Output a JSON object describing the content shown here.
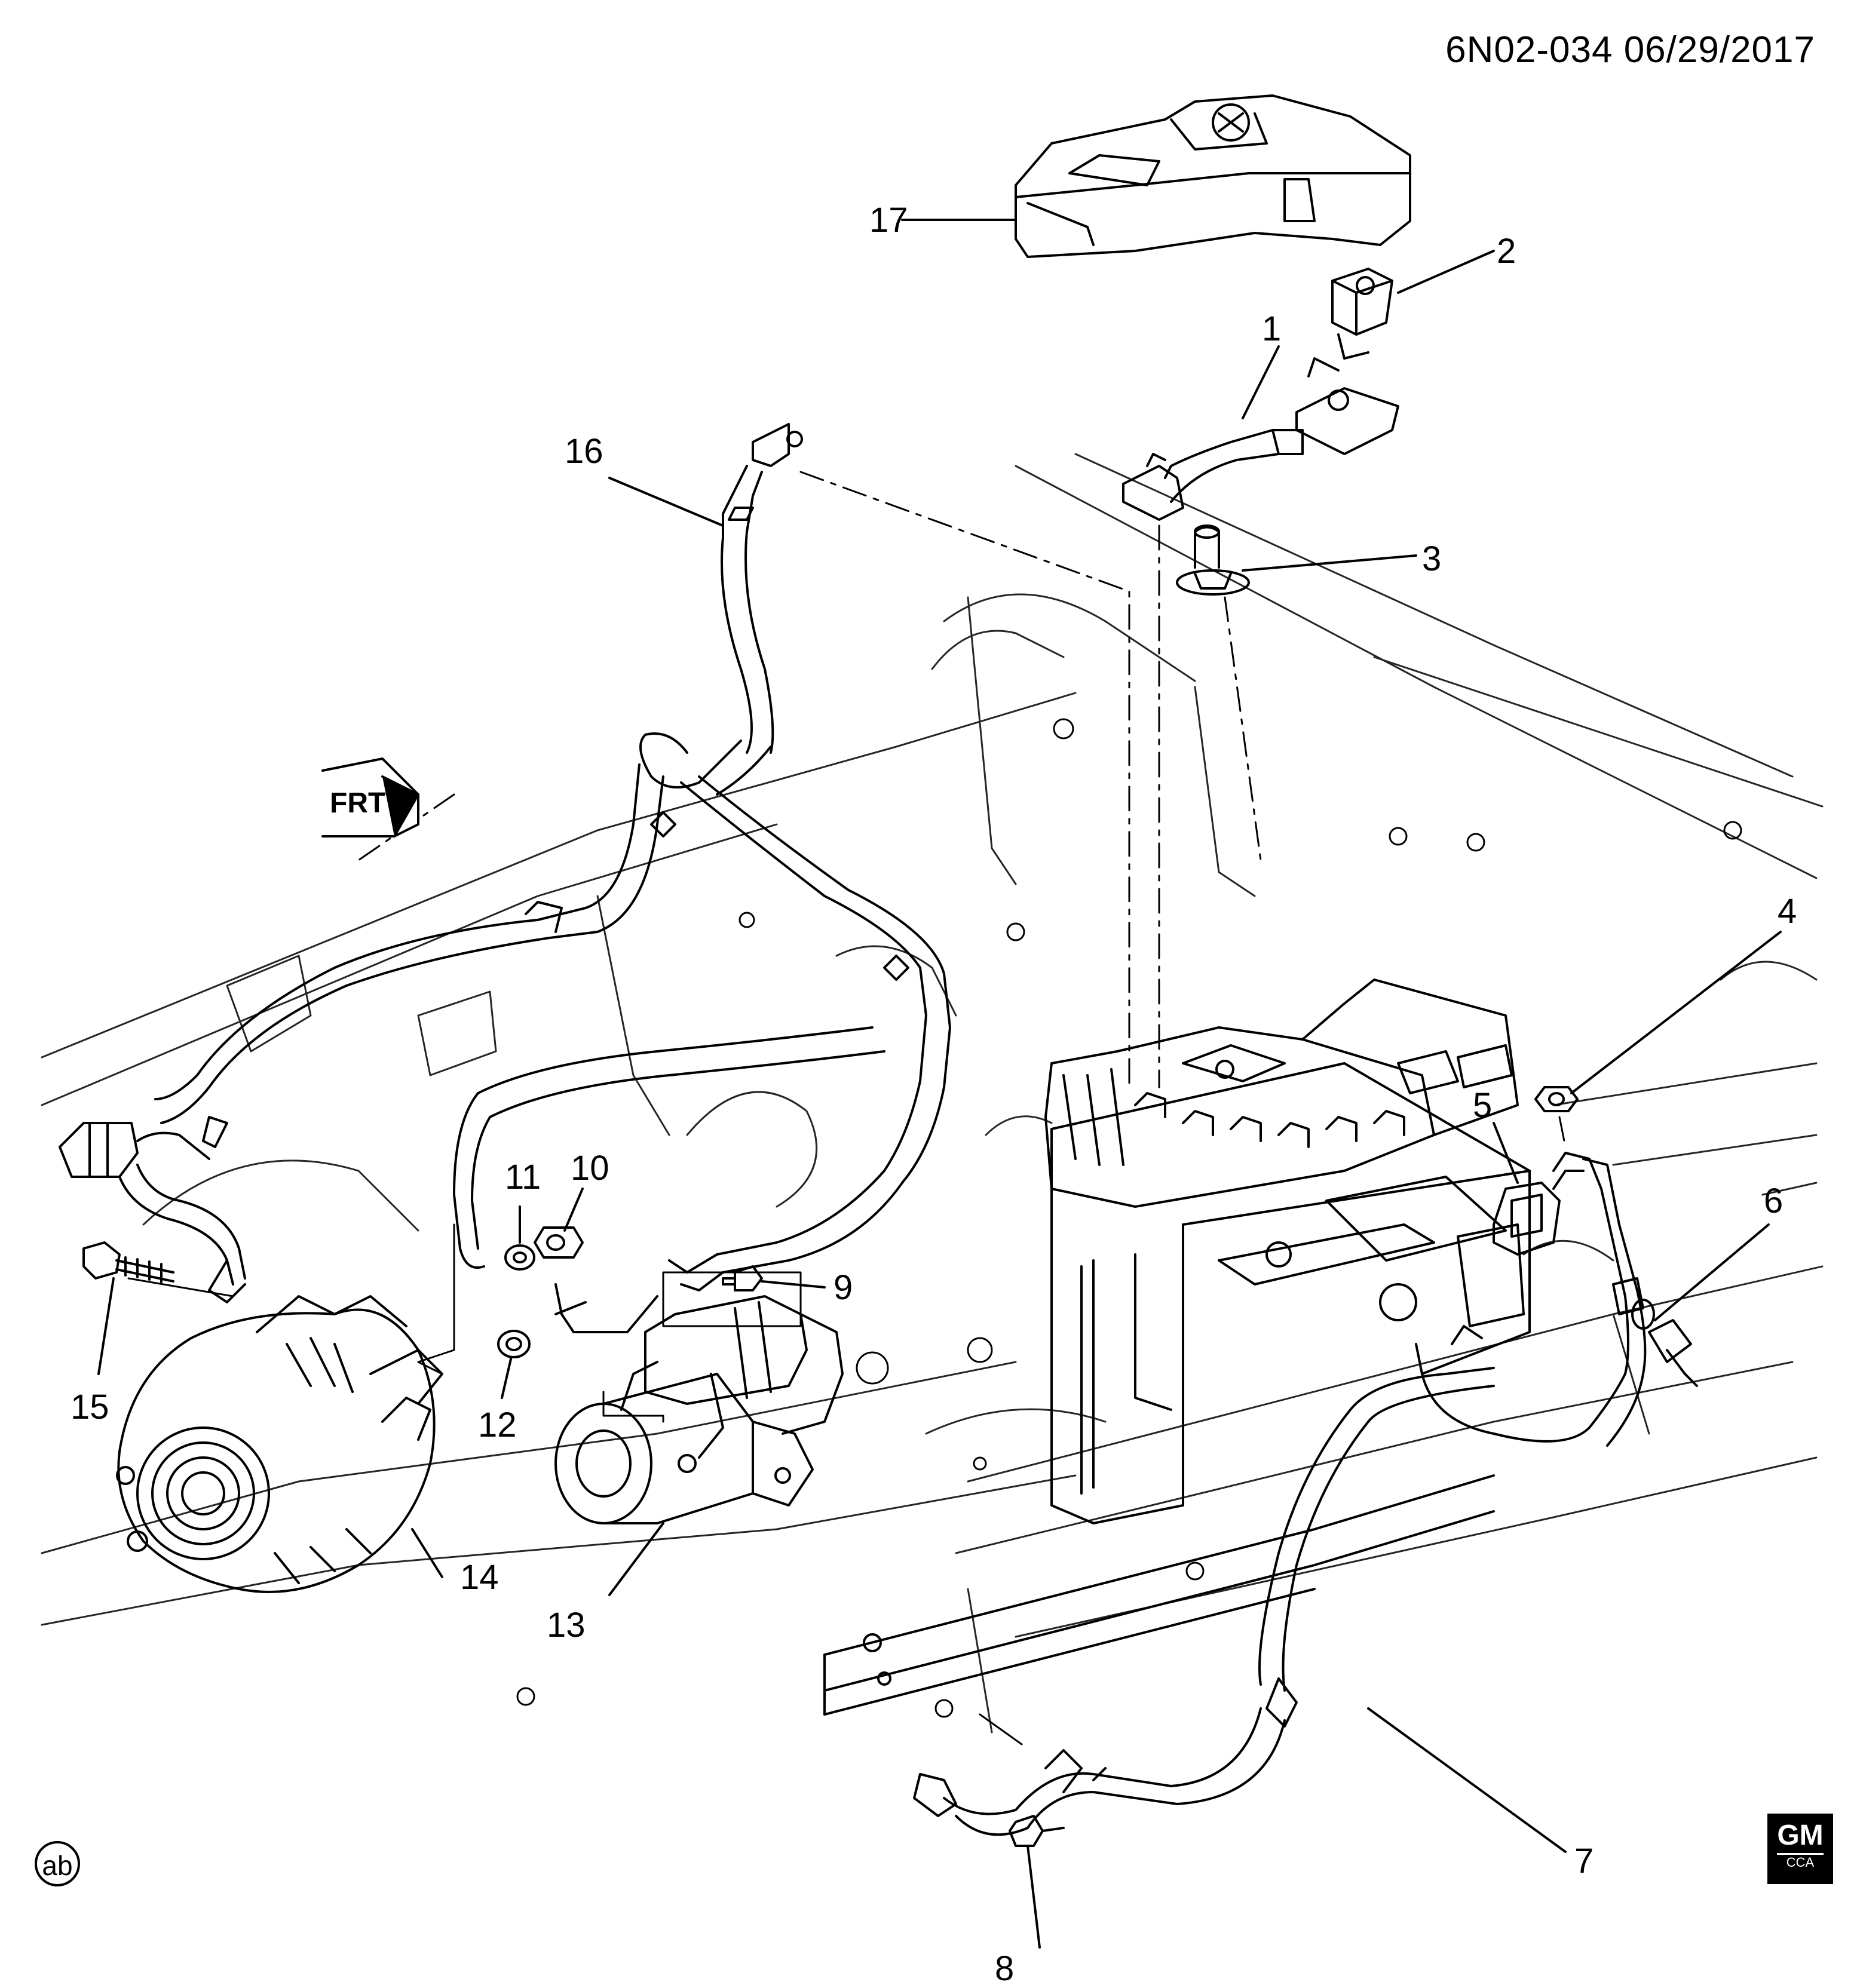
{
  "header": {
    "doc_id": "6N02-034  06/29/2017"
  },
  "direction": {
    "label": "FRT"
  },
  "callouts": {
    "c1": "1",
    "c2": "2",
    "c3": "3",
    "c4": "4",
    "c5": "5",
    "c6": "6",
    "c7": "7",
    "c8": "8",
    "c9": "9",
    "c10": "10",
    "c11": "11",
    "c12": "12",
    "c13": "13",
    "c14": "14",
    "c15": "15",
    "c16": "16",
    "c17": "17"
  },
  "footer": {
    "ab": "ab",
    "logo_main": "GM",
    "logo_sub": "CCA"
  }
}
